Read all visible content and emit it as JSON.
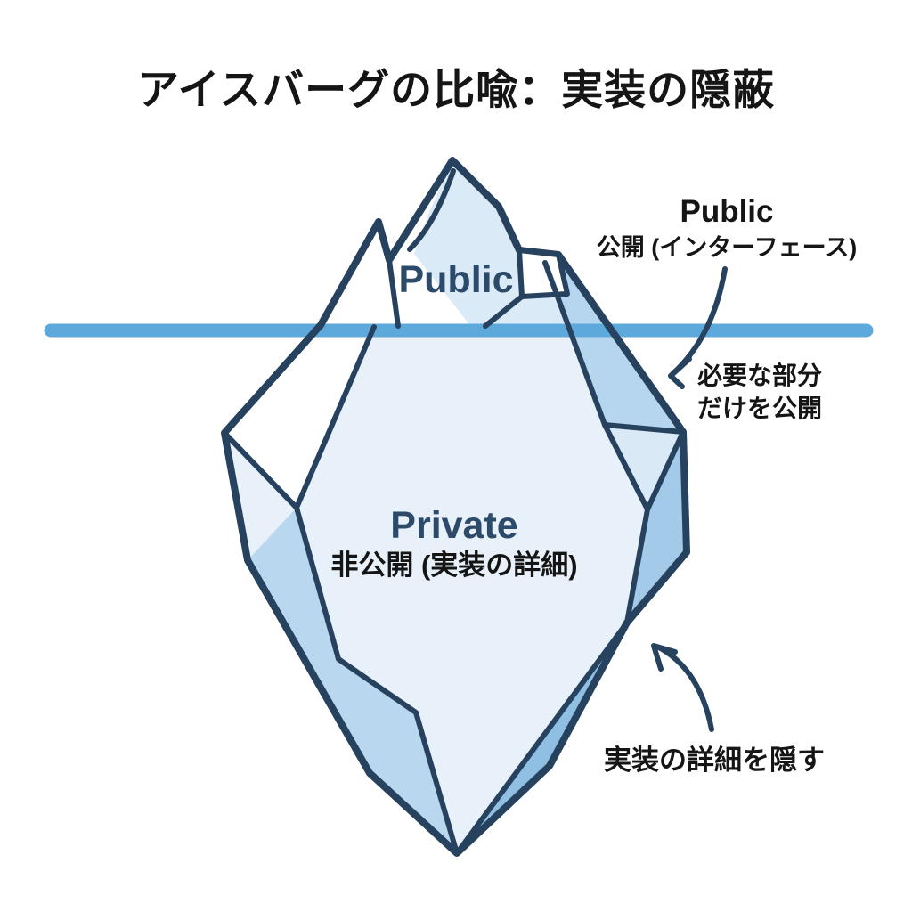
{
  "title": "アイスバーグの比喩：実装の隠蔽",
  "iceberg": {
    "above_label": "Public",
    "below_label": "Private",
    "below_sublabel": "非公開 (実装の詳細)"
  },
  "annotations": {
    "public": {
      "title": "Public",
      "subtitle": "公開 (インターフェース)"
    },
    "expose": {
      "line1": "必要な部分",
      "line2": "だけを公開"
    },
    "hide": {
      "label": "実装の詳細を隠す"
    }
  },
  "colors": {
    "outline_navy": "#27425f",
    "waterline_blue": "#5ea9dc",
    "label_navy": "#2c4a6a",
    "text_black": "#151515",
    "ice_white": "#ffffff",
    "ice_light": "#e8f1fa",
    "ice_mid": "#b5d6ee",
    "ice_deep": "#8fc0e3",
    "background": "#ffffff"
  }
}
